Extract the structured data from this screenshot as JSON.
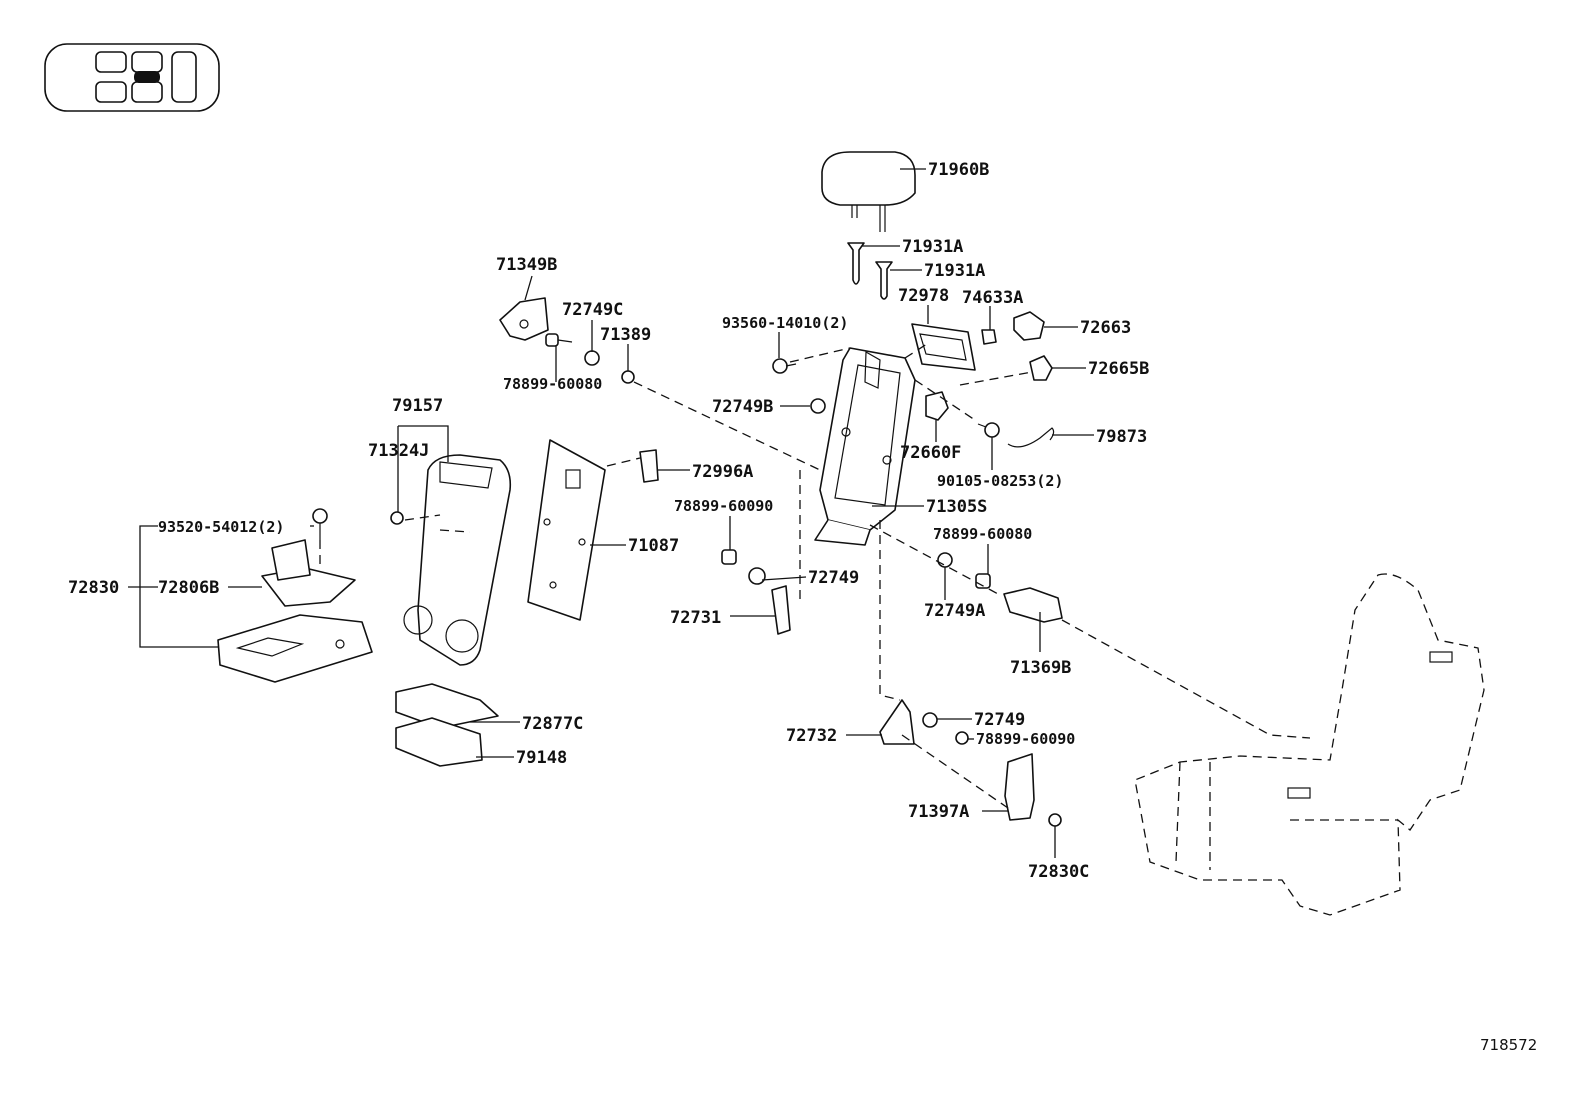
{
  "diagram": {
    "reference_number": "718572",
    "labels": {
      "p71960B": "71960B",
      "p71931A_1": "71931A",
      "p71931A_2": "71931A",
      "p72978": "72978",
      "p74633A": "74633A",
      "p72663": "72663",
      "p72665B": "72665B",
      "p93560": "93560-14010(2)",
      "p71349B": "71349B",
      "p72749C": "72749C",
      "p71389": "71389",
      "p78899_60080_a": "78899-60080",
      "p72749B": "72749B",
      "p72660F": "72660F",
      "p79873": "79873",
      "p90105": "90105-08253(2)",
      "p79157": "79157",
      "p71324J": "71324J",
      "p72996A": "72996A",
      "p71305S": "71305S",
      "p78899_60090_a": "78899-60090",
      "p78899_60080_b": "78899-60080",
      "p93520": "93520-54012(2)",
      "p71087": "71087",
      "p72830": "72830",
      "p72806B": "72806B",
      "p72749_a": "72749",
      "p72749A": "72749A",
      "p72731": "72731",
      "p71369B": "71369B",
      "p72877C": "72877C",
      "p79148": "79148",
      "p72749_b": "72749",
      "p72732": "72732",
      "p78899_60090_b": "78899-60090",
      "p71397A": "71397A",
      "p72830C": "72830C"
    }
  }
}
